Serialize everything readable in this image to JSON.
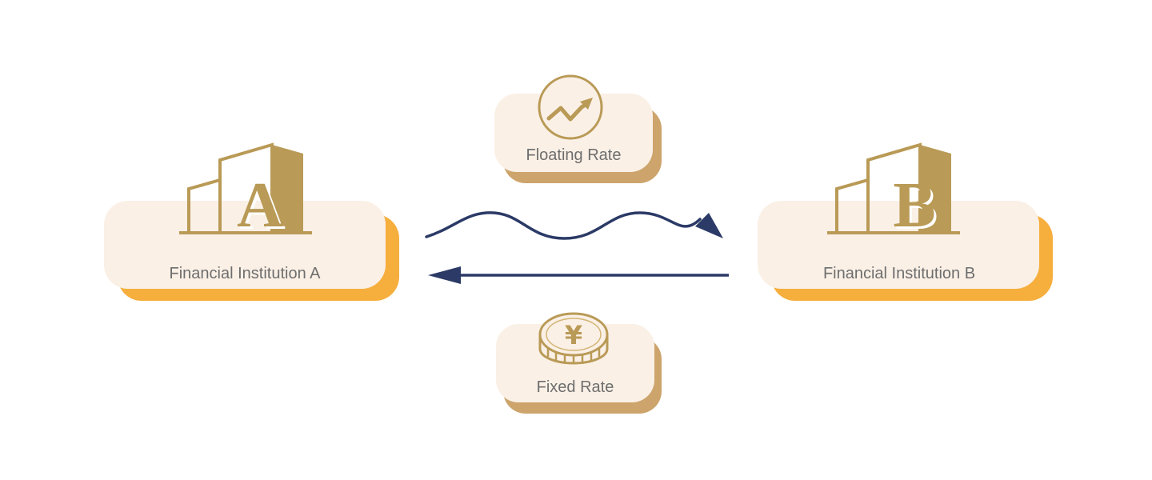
{
  "institution_a": {
    "label": "Financial Institution A",
    "letter": "A"
  },
  "institution_b": {
    "label": "Financial Institution B",
    "letter": "B"
  },
  "floating_rate": {
    "label": "Floating Rate",
    "icon": "trend-up-icon"
  },
  "fixed_rate": {
    "label": "Fixed Rate",
    "icon": "yen-coin-icon",
    "symbol": "¥"
  },
  "flows": {
    "floating": {
      "from": "institution_a",
      "to": "institution_b",
      "style": "wavy"
    },
    "fixed": {
      "from": "institution_b",
      "to": "institution_a",
      "style": "straight"
    }
  },
  "colors": {
    "card_fill": "#faf0e6",
    "shadow_orange": "#f6ae3d",
    "shadow_tan": "#cda46c",
    "gold": "#b99a56",
    "gold_light": "#d3b676",
    "arrow_navy": "#2b3a66",
    "text": "#6e6e6e"
  }
}
